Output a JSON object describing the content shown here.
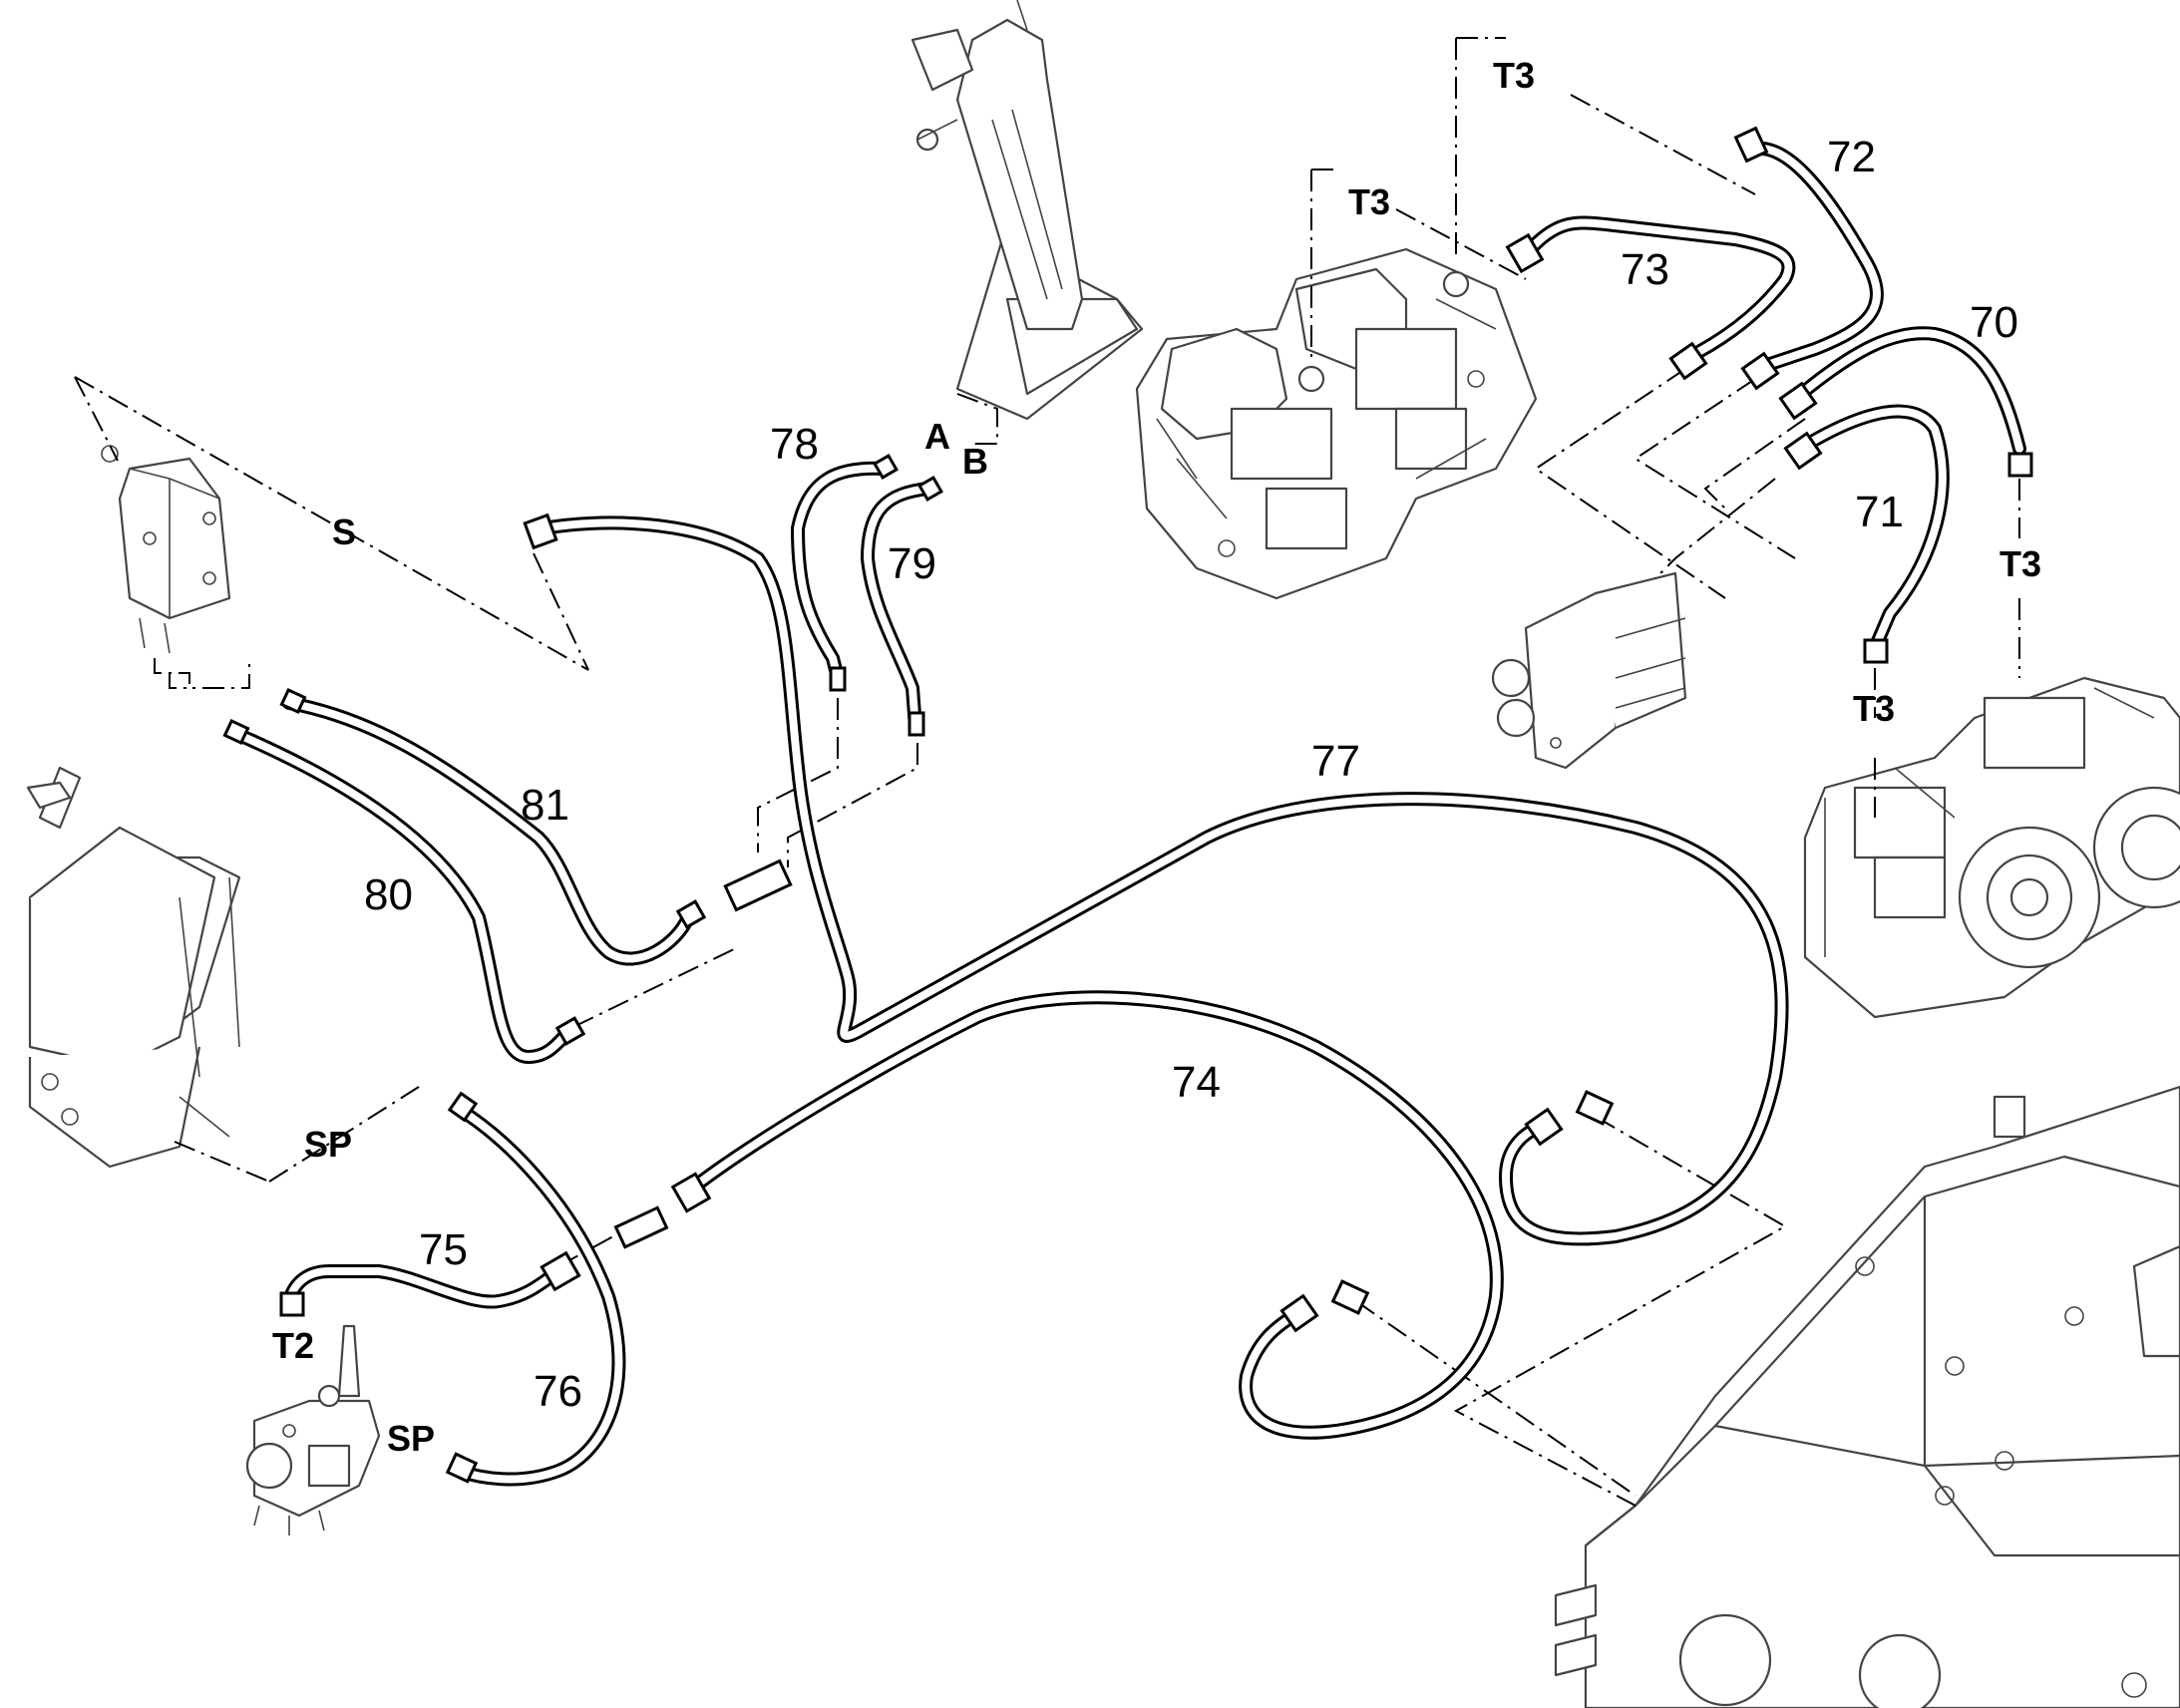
{
  "hose_labels": {
    "h70": "70",
    "h71": "71",
    "h72": "72",
    "h73": "73",
    "h74": "74",
    "h75": "75",
    "h76": "76",
    "h77": "77",
    "h78": "78",
    "h79": "79",
    "h80": "80",
    "h81": "81"
  },
  "port_labels": {
    "t3_top": "T3",
    "t3_mid": "T3",
    "t3_right": "T3",
    "t3_lower": "T3",
    "t2": "T2",
    "s": "S",
    "sp_left": "SP",
    "sp_valve": "SP",
    "a": "A",
    "b": "B"
  },
  "icons": {
    "joystick": "joystick-lever-icon",
    "pump_top": "double-hydraulic-pump-icon",
    "pump_right": "double-hydraulic-pump-icon",
    "manifold": "valve-manifold-icon",
    "gearbox": "gearbox-housing-icon",
    "cooler": "oil-cooler-icon",
    "filter": "filter-block-icon",
    "control_valve": "control-valve-icon"
  }
}
